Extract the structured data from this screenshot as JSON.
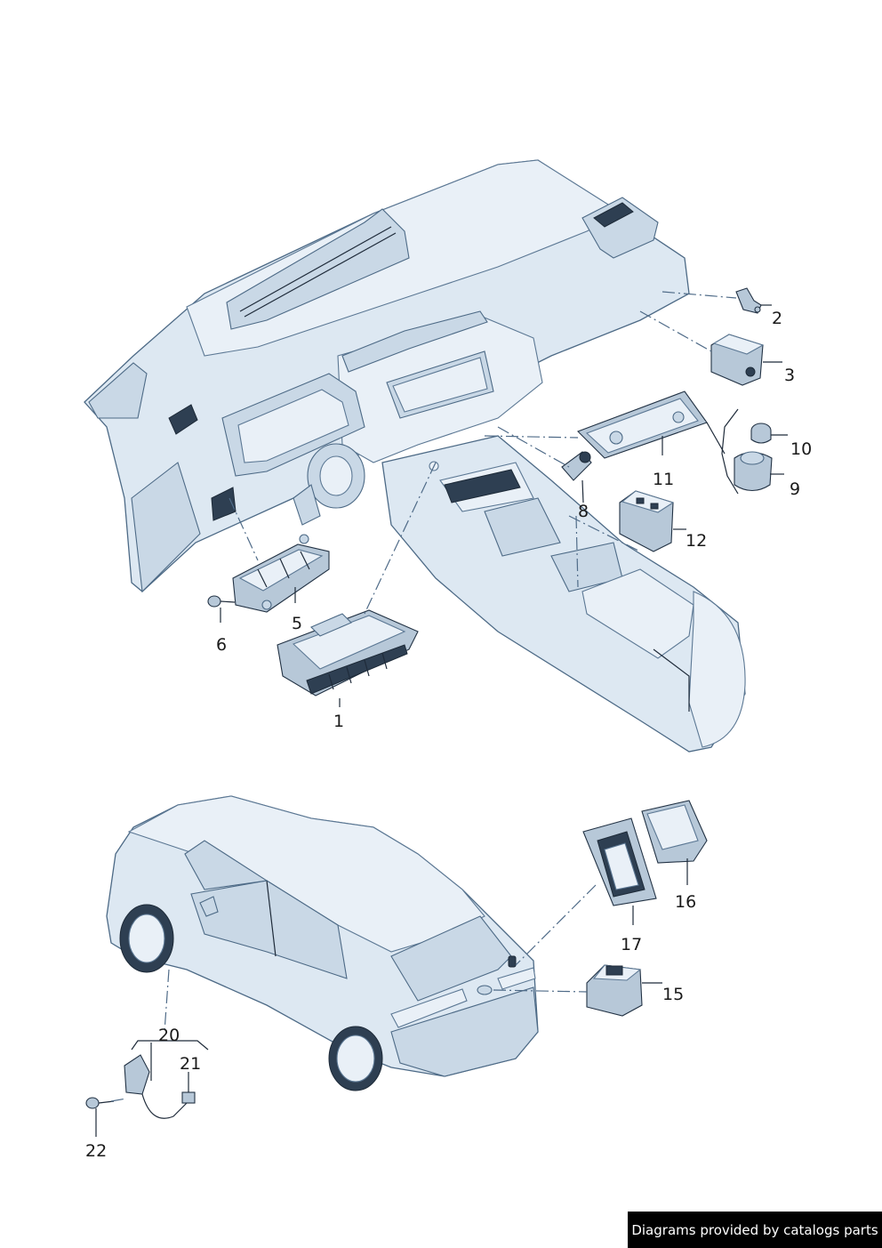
{
  "callouts": [
    {
      "id": "1",
      "label": "1"
    },
    {
      "id": "2",
      "label": "2"
    },
    {
      "id": "3",
      "label": "3"
    },
    {
      "id": "5",
      "label": "5"
    },
    {
      "id": "6",
      "label": "6"
    },
    {
      "id": "8",
      "label": "8"
    },
    {
      "id": "9",
      "label": "9"
    },
    {
      "id": "10",
      "label": "10"
    },
    {
      "id": "11",
      "label": "11"
    },
    {
      "id": "12",
      "label": "12"
    },
    {
      "id": "15",
      "label": "15"
    },
    {
      "id": "16",
      "label": "16"
    },
    {
      "id": "17",
      "label": "17"
    },
    {
      "id": "20",
      "label": "20"
    },
    {
      "id": "21",
      "label": "21"
    },
    {
      "id": "22",
      "label": "22"
    }
  ],
  "footer": {
    "credit": "Diagrams provided by catalogs parts"
  }
}
